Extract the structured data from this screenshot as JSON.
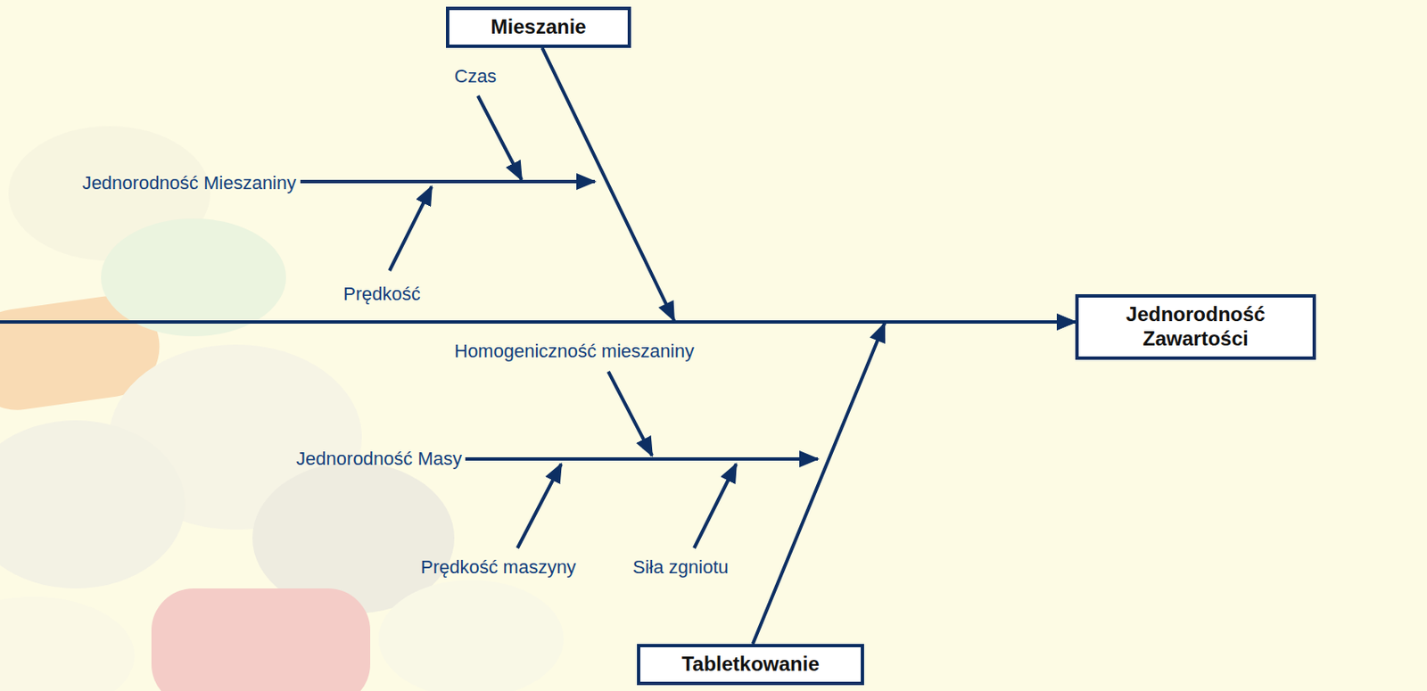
{
  "diagram": {
    "nodes": [
      {
        "text": [
          "Mieszanie"
        ]
      },
      {
        "text": [
          "Tabletkowanie"
        ]
      },
      {
        "text": [
          "Jednorodność Zawartości"
        ]
      }
    ],
    "edges": [
      {
        "from": 0,
        "to": 2,
        "arrow": "to"
      },
      {
        "from": 1,
        "to": 2,
        "arrow": "to"
      }
    ],
    "labels": [
      "Czas",
      "Jednorodność Mieszaniny",
      "Prędkość",
      "Homogeniczność mieszaniny",
      "Jednorodność Masy",
      "Prędkość maszyny",
      "Siła zgniotu"
    ]
  }
}
